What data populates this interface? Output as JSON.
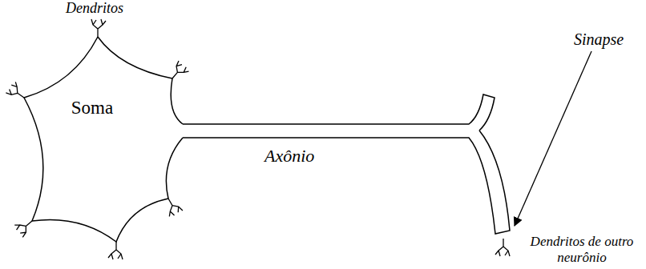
{
  "diagram": {
    "nodes": [
      {
        "text": [
          "Soma"
        ]
      }
    ],
    "labels": [
      "Dendritos",
      "Axônio",
      "Sinapse",
      "Dendritos de outro neurônio"
    ]
  }
}
